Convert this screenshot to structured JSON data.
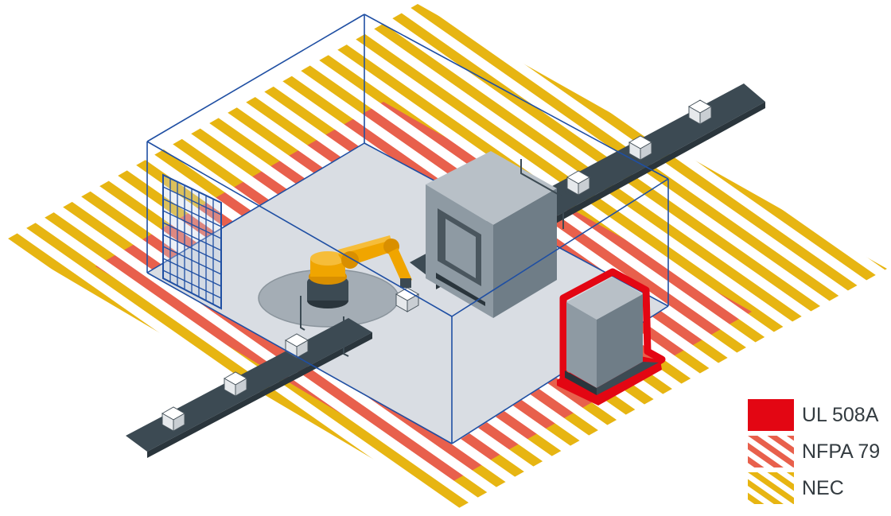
{
  "legend": [
    {
      "label": "UL 508A",
      "color": "#e30613",
      "pattern": "solid",
      "icon": "solid-swatch-icon"
    },
    {
      "label": "NFPA 79",
      "color": "#e8604c",
      "pattern": "hatched",
      "icon": "hatched-swatch-icon"
    },
    {
      "label": "NEC",
      "color": "#e7b512",
      "pattern": "hatched",
      "icon": "hatched-swatch-icon"
    }
  ],
  "colors": {
    "nec_stripe": "#e7b512",
    "nfpa_stripe": "#e8604c",
    "ul_outline": "#e30613",
    "floor": "#d9dde3",
    "enclosure_line": "#1f4fa3",
    "conveyor": "#3c4a53",
    "machine": "#7f8d96",
    "robot": "#f0a500",
    "part": "#ffffff"
  }
}
